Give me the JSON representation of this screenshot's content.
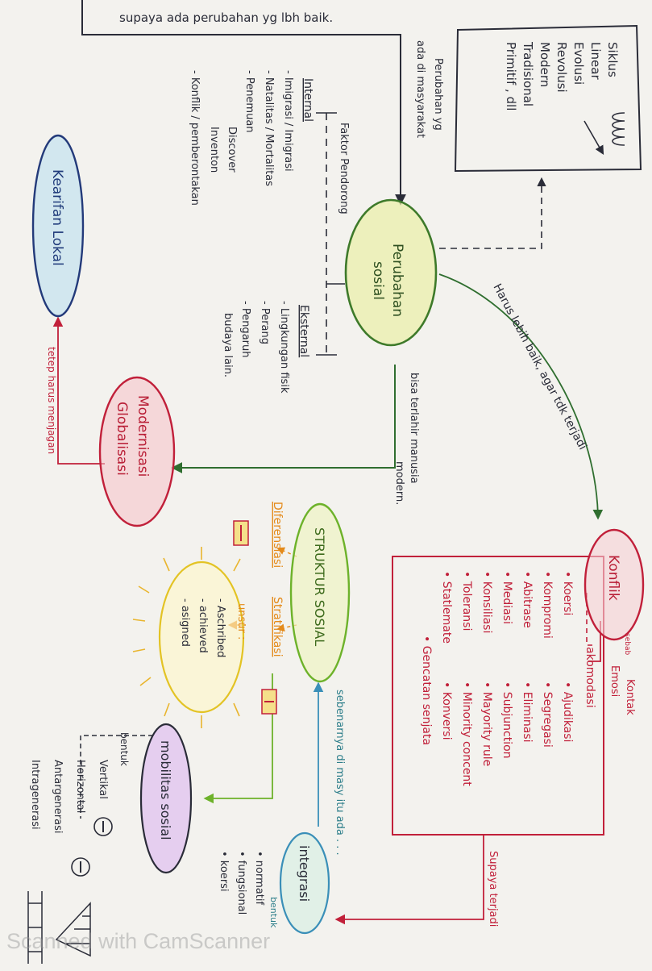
{
  "top_note": "supaya ada perubahan yg lbh baik.",
  "box_items": [
    "Siklus",
    "Linear",
    "Evolusi",
    "Revolusi",
    "Modern",
    "Tradisional",
    "Primitif , dll"
  ],
  "perubahan_label": [
    "Perubahan yg",
    "ada di masyarakat"
  ],
  "faktor_label": "Faktor Pendorong",
  "internal": {
    "title": "Internal",
    "items": [
      "- Imigrasi / Imigrasi",
      "- Natalitas / Mortalitas",
      "- Penemuan",
      "Discover",
      "Inventon",
      "- Konflik / pemberontakan"
    ]
  },
  "eksternal": {
    "title": "Eksternal",
    "items": [
      "- Lingkungan fisik",
      "- Perang",
      "- Pengaruh",
      "budaya lain."
    ]
  },
  "kearifan": "Kearifan Lokal",
  "perubahan_sosial": [
    "Perubahan",
    "sosial"
  ],
  "harus_lebih": "Harus lebih baik, agar tdk terjadi",
  "bisa_terlahir": [
    "bisa terlahir manusia",
    "modern."
  ],
  "modernisasi": [
    "Modernisasi",
    "Globalisasi"
  ],
  "tetap_harus": "tetep harus menjagan",
  "konflik": "Konflik",
  "kontak": "Kontak",
  "sebab": "sebab",
  "emosi": "Emosi",
  "akomodasi": "akomodasi",
  "akomodasi_left": [
    "• Koersi",
    "• Kompromi",
    "• Abitrase",
    "• Mediasi",
    "• Konsiliasi",
    "• Toleransi",
    "• Statlemate",
    "• Gencatan senjata"
  ],
  "akomodasi_right": [
    "• Ajudikasi",
    "• Segregasi",
    "• Eliminasi",
    "• Subjunction",
    "• Mayority rule",
    "• Minority concent",
    "• Konversi"
  ],
  "supaya_terjadi": "Supaya terjadi",
  "struktur": "STRUKTUR SOSIAL",
  "diferensiasi": "Diferensiasi",
  "stratifikasi": "Stratifikasi",
  "unsur": "unsur :",
  "unsur_items": [
    "- Aschribed",
    "- achieved",
    "- asigned"
  ],
  "sebenarnya": "sebenarnya di masy itu ada . . .",
  "mobilitas": "mobilitas sosial",
  "bentuk": "bentuk",
  "mobilitas_items": [
    "Vertikal",
    "Horizontal",
    "Antargenerasi",
    "Intragenerasi"
  ],
  "integrasi": "integrasi",
  "integrasi_bentuk": "bentuk",
  "integrasi_items": [
    "• normatif",
    "• fungsional",
    "• koersi"
  ],
  "watermark": "Scanned with CamScanner",
  "colors": {
    "ink": "#2a2c38",
    "green": "#2f6e2f",
    "red": "#c1203a",
    "blue": "#3a8fb8",
    "lime": "#6db22a",
    "orange": "#e48a1a",
    "purple": "#9a4fc0",
    "yellow": "#f3d34a",
    "teal": "#2d7e8a"
  }
}
